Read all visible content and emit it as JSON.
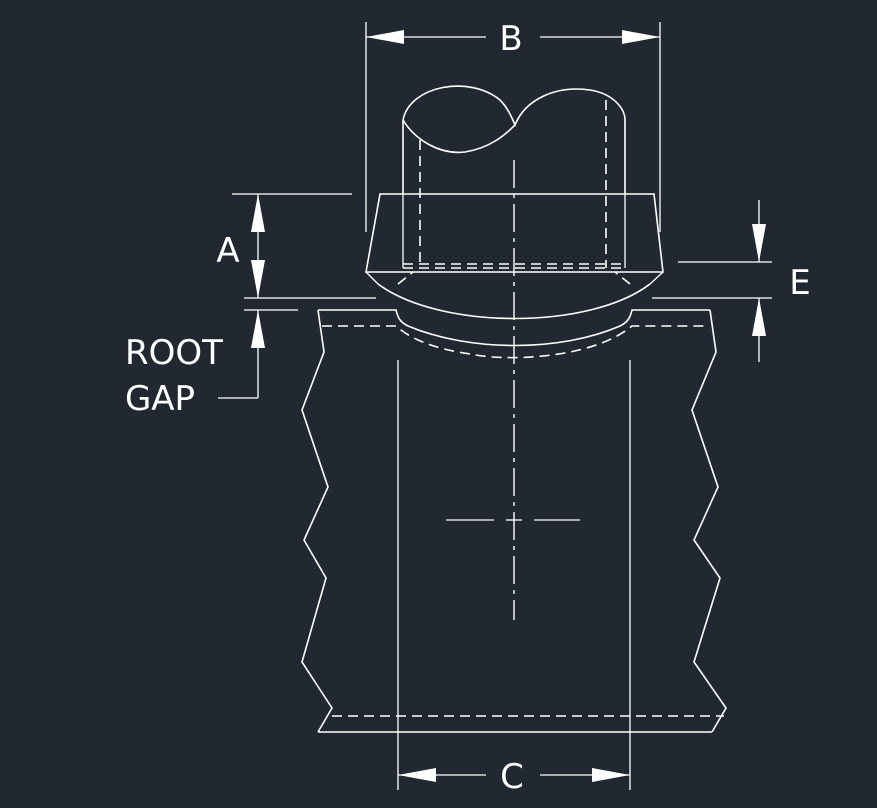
{
  "drawing": {
    "background_color": "#222831",
    "line_color": "#ffffff",
    "labels": {
      "dim_a": "A",
      "dim_b": "B",
      "dim_c": "C",
      "dim_e": "E",
      "root_gap_line1": "ROOT",
      "root_gap_line2": "GAP"
    }
  }
}
